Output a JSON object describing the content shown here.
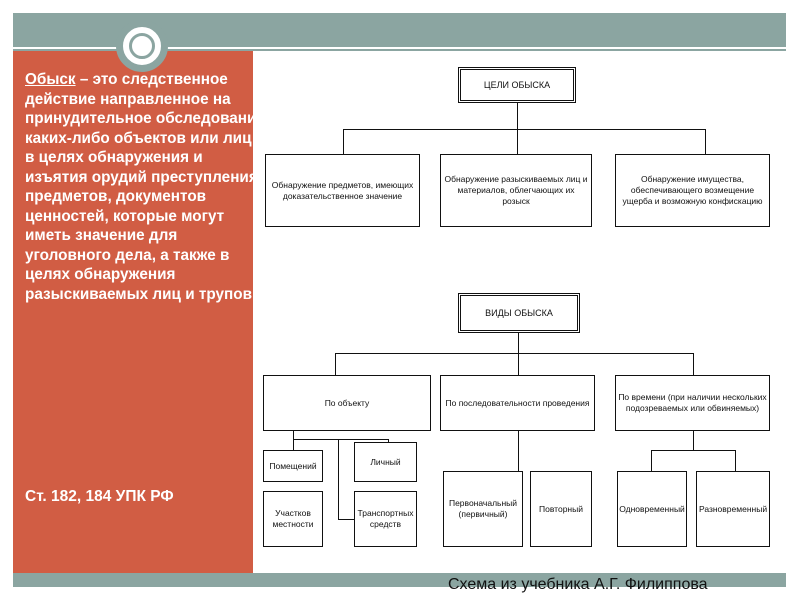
{
  "definition": {
    "term": "Обыск",
    "text": " – это следственное действие направленное на принудительное обследование каких-либо объектов или лиц в целях обнаружения и изъятия орудий преступления, предметов, документов ценностей, которые могут иметь значение для уголовного дела, а также в целях обнаружения разыскиваемых лиц и трупов",
    "reference": "Ст. 182, 184 УПК РФ"
  },
  "diagram": {
    "goals_title": "ЦЕЛИ ОБЫСКА",
    "goals": [
      "Обнаружение предметов, имеющих доказательственное значение",
      "Обнаружение разыскиваемых лиц и материалов, облегчающих их розыск",
      "Обнаружение имущества, обеспечивающего возмещение ущерба и возможную конфискацию"
    ],
    "types_title": "ВИДЫ ОБЫСКА",
    "types": [
      "По объекту",
      "По последовательности проведения",
      "По времени (при наличии нескольких подозреваемых или обвиняемых)"
    ],
    "by_object": [
      "Помещений",
      "Личный",
      "Участков местности",
      "Транспортных средств"
    ],
    "by_sequence": [
      "Первоначальный (первичный)",
      "Повторный"
    ],
    "by_time": [
      "Одновременный",
      "Разновременный"
    ]
  },
  "caption": "Схема из учебника А.Г. Филиппова"
}
